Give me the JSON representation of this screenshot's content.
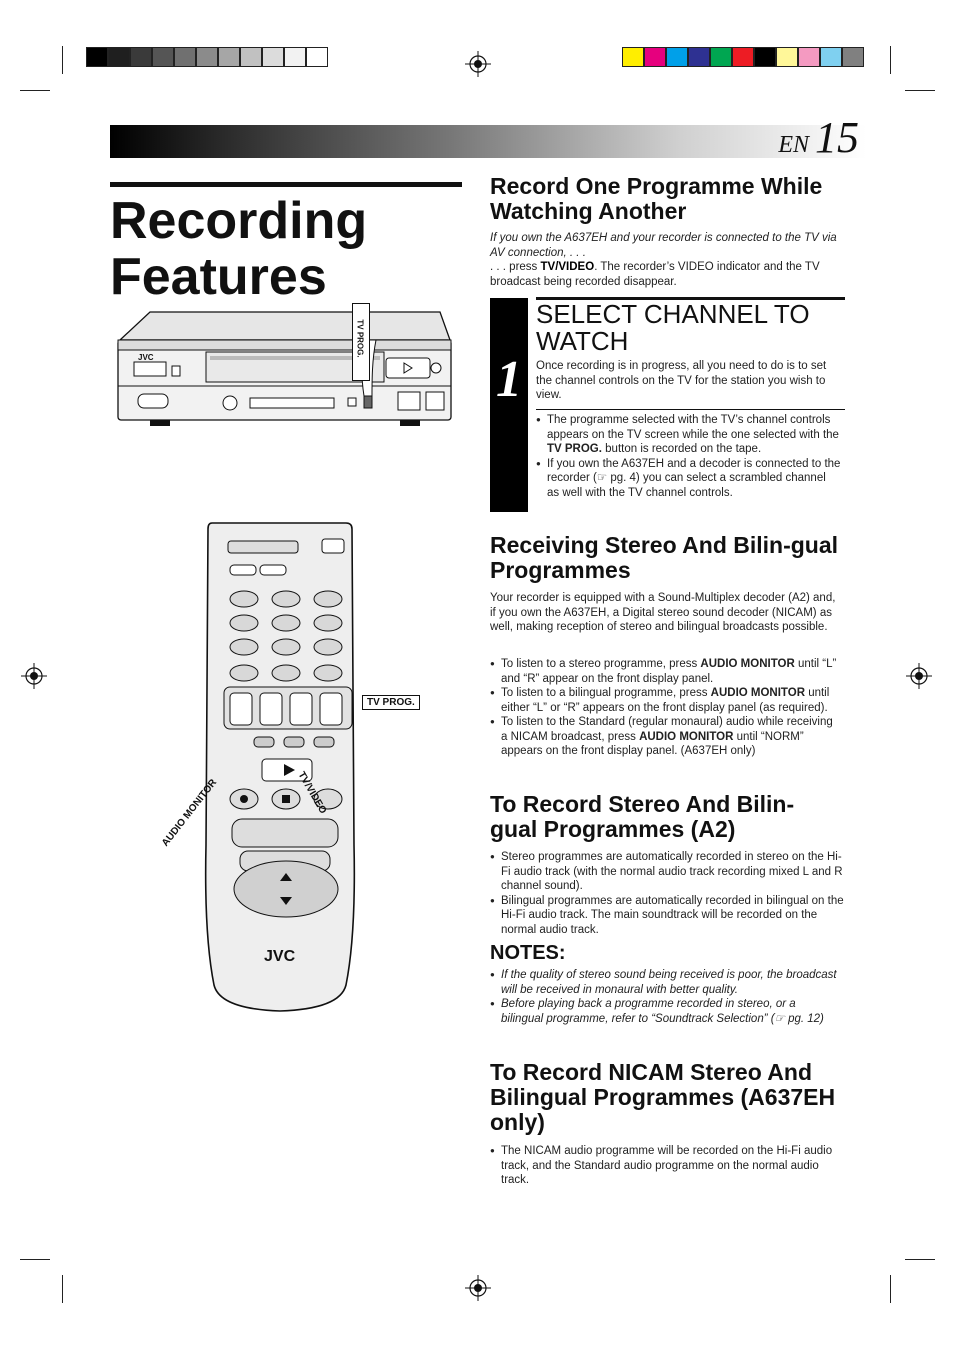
{
  "page": {
    "lang": "EN",
    "number": "15"
  },
  "title": "Recording Features",
  "colors": {
    "grayscale": [
      "#000000",
      "#1f1f1f",
      "#3a3a3a",
      "#555555",
      "#707070",
      "#8b8b8b",
      "#a6a6a6",
      "#c1c1c1",
      "#dcdcdc",
      "#f2f2f2",
      "#ffffff"
    ],
    "color_bar": [
      "#ffee00",
      "#e6007e",
      "#00a0e9",
      "#2e3192",
      "#00a651",
      "#ed1c24",
      "#000000",
      "#fff799",
      "#f49ac1",
      "#7fd0f0",
      "#808080"
    ]
  },
  "illustration": {
    "vcr_label": "TV PROG.",
    "vcr_brand": "JVC",
    "remote_labels": {
      "tv_prog": "TV PROG.",
      "tv_video": "TV/VIDEO",
      "audio_monitor": "AUDIO MONITOR"
    },
    "remote_brand": "JVC"
  },
  "section1": {
    "heading": "Record One Programme While Watching Another",
    "intro_italic": "If you own the A637EH and your recorder is connected to the TV via AV connection, . . .",
    "press_prefix": ". . . press ",
    "press_key": "TV/VIDEO",
    "press_rest": ". The recorder’s VIDEO indicator and the TV broadcast being recorded disappear.",
    "step_number": "1",
    "step_title": "SELECT CHANNEL TO WATCH",
    "step_text": "Once recording is in progress, all you need to do is to set the channel controls on the TV for the station you wish to view.",
    "bullet1_a": "The programme selected with the TV’s channel controls appears on the TV screen while the one selected with the ",
    "bullet1_key": "TV PROG.",
    "bullet1_b": " button is recorded on the tape.",
    "bullet2": "If you own the A637EH and a decoder is connected to the recorder (☞ pg. 4) you can select a scrambled channel as well with the TV channel controls."
  },
  "section2": {
    "heading": "Receiving Stereo And Bilin-gual Programmes",
    "text": "Your recorder is equipped with a Sound-Multiplex decoder (A2) and, if you own the A637EH, a Digital stereo sound decoder (NICAM) as well, making reception of stereo and bilingual broadcasts possible.",
    "b1_a": "To listen to a stereo programme, press ",
    "b1_key": "AUDIO MONITOR",
    "b1_b": " until “L” and “R” appear on the front display panel.",
    "b2_a": "To listen to a bilingual programme, press ",
    "b2_key": "AUDIO MONITOR",
    "b2_b": " until either “L” or “R” appears on the front display panel (as required).",
    "b3_a": "To listen to the Standard (regular monaural) audio while receiving a NICAM broadcast, press ",
    "b3_key": "AUDIO MONITOR",
    "b3_b": " until “NORM” appears on the front display panel. (A637EH only)"
  },
  "section3": {
    "heading": "To Record Stereo And Bilin-gual Programmes (A2)",
    "bullets": [
      "Stereo programmes are automatically recorded in stereo on the Hi-Fi audio track (with the normal audio track recording mixed L and R channel sound).",
      "Bilingual programmes are automatically recorded in bilingual on the Hi-Fi audio track. The main soundtrack will be recorded on the normal audio track."
    ],
    "notes_heading": "NOTES:",
    "notes": [
      "If the quality of stereo sound being received is poor, the broadcast will be received in monaural with better quality.",
      "Before playing back a programme recorded in stereo, or a bilingual programme, refer to “Soundtrack Selection” (☞ pg. 12)"
    ]
  },
  "section4": {
    "heading": "To Record NICAM Stereo And Bilingual Programmes (A637EH only)",
    "bullets": [
      "The NICAM audio programme will be recorded on the Hi-Fi audio track, and the Standard audio programme on the normal audio track."
    ]
  }
}
